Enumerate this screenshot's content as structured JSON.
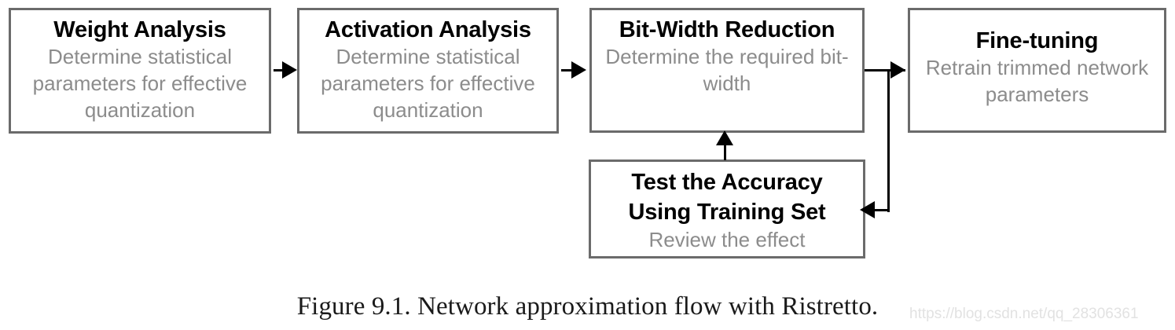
{
  "figure": {
    "caption": "Figure 9.1. Network approximation flow with Ristretto.",
    "watermark": "https://blog.csdn.net/qq_28306361"
  },
  "colors": {
    "box_border": "#6b6b6b",
    "title_text": "#000000",
    "subtitle_text": "#8c8c8c",
    "arrow": "#000000",
    "background": "#ffffff",
    "watermark": "#e2e2e2"
  },
  "diagram": {
    "type": "flowchart",
    "nodes": [
      {
        "id": "weight-analysis",
        "title": "Weight Analysis",
        "subtitle": "Determine statistical parameters for effective quantization"
      },
      {
        "id": "activation-analysis",
        "title": "Activation Analysis",
        "subtitle": "Determine statistical parameters for effective quantization"
      },
      {
        "id": "bitwidth-reduction",
        "title": "Bit-Width Reduction",
        "subtitle": "Determine the required bit-width"
      },
      {
        "id": "fine-tuning",
        "title": "Fine-tuning",
        "subtitle": "Retrain trimmed network parameters"
      },
      {
        "id": "test-accuracy",
        "title": "Test the Accuracy Using Training Set",
        "title_line1": "Test the Accuracy",
        "title_line2": "Using Training Set",
        "subtitle": "Review the effect"
      }
    ],
    "edges": [
      {
        "id": "e1",
        "from": "weight-analysis",
        "to": "activation-analysis",
        "direction": "right"
      },
      {
        "id": "e2",
        "from": "activation-analysis",
        "to": "bitwidth-reduction",
        "direction": "right"
      },
      {
        "id": "e3",
        "from": "bitwidth-reduction",
        "to": "fine-tuning",
        "direction": "right"
      },
      {
        "id": "e4",
        "from": "bitwidth-reduction",
        "to": "test-accuracy",
        "direction": "left"
      },
      {
        "id": "e5",
        "from": "test-accuracy",
        "to": "bitwidth-reduction",
        "direction": "up"
      }
    ]
  }
}
